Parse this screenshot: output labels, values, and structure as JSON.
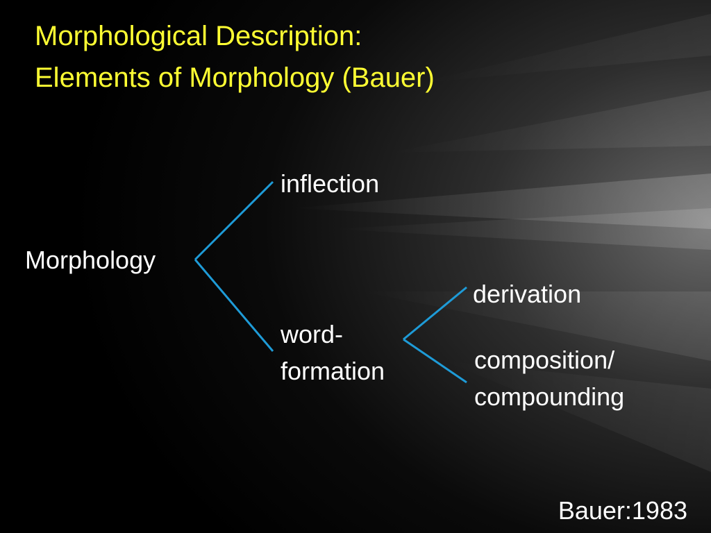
{
  "title": {
    "line1": "Morphological Description:",
    "line2": "Elements of Morphology (Bauer)"
  },
  "tree": {
    "root": "Morphology",
    "inflection": "inflection",
    "word_formation_line1": "word-",
    "word_formation_line2": "formation",
    "derivation": "derivation",
    "composition_line1": "composition/",
    "composition_line2": "compounding"
  },
  "citation": "Bauer:1983",
  "colors": {
    "title": "#ffff33",
    "text": "#ffffff",
    "connector": "#1e9bd7",
    "background": "#000000"
  }
}
